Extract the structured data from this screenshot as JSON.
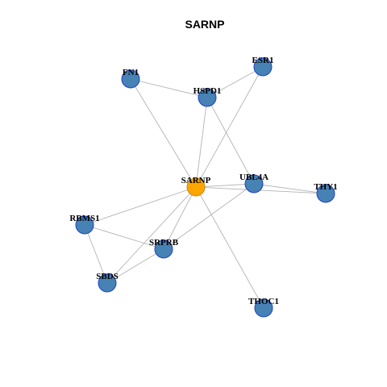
{
  "title": "SARNP",
  "colors": {
    "hub_fill": "#FFA500",
    "hub_stroke": "#C58A1E",
    "node_fill": "#4682B4",
    "node_stroke": "#1F3FC8",
    "edge": "#B3B3B3",
    "background": "#FFFFFF"
  },
  "hub": "SARNP",
  "nodes": [
    {
      "id": "SARNP"
    },
    {
      "id": "ESR1"
    },
    {
      "id": "FN1"
    },
    {
      "id": "HSPD1"
    },
    {
      "id": "UBL4A"
    },
    {
      "id": "THY1"
    },
    {
      "id": "RBMS1"
    },
    {
      "id": "SRPRB"
    },
    {
      "id": "SBDS"
    },
    {
      "id": "THOC1"
    }
  ],
  "edges": [
    [
      "FN1",
      "HSPD1"
    ],
    [
      "FN1",
      "SARNP"
    ],
    [
      "HSPD1",
      "ESR1"
    ],
    [
      "HSPD1",
      "SARNP"
    ],
    [
      "HSPD1",
      "UBL4A"
    ],
    [
      "ESR1",
      "SARNP"
    ],
    [
      "SARNP",
      "UBL4A"
    ],
    [
      "SARNP",
      "THY1"
    ],
    [
      "UBL4A",
      "THY1"
    ],
    [
      "SARNP",
      "RBMS1"
    ],
    [
      "SARNP",
      "SRPRB"
    ],
    [
      "SARNP",
      "SBDS"
    ],
    [
      "SARNP",
      "THOC1"
    ],
    [
      "UBL4A",
      "SRPRB"
    ],
    [
      "RBMS1",
      "SRPRB"
    ],
    [
      "RBMS1",
      "SBDS"
    ],
    [
      "SRPRB",
      "SBDS"
    ]
  ]
}
